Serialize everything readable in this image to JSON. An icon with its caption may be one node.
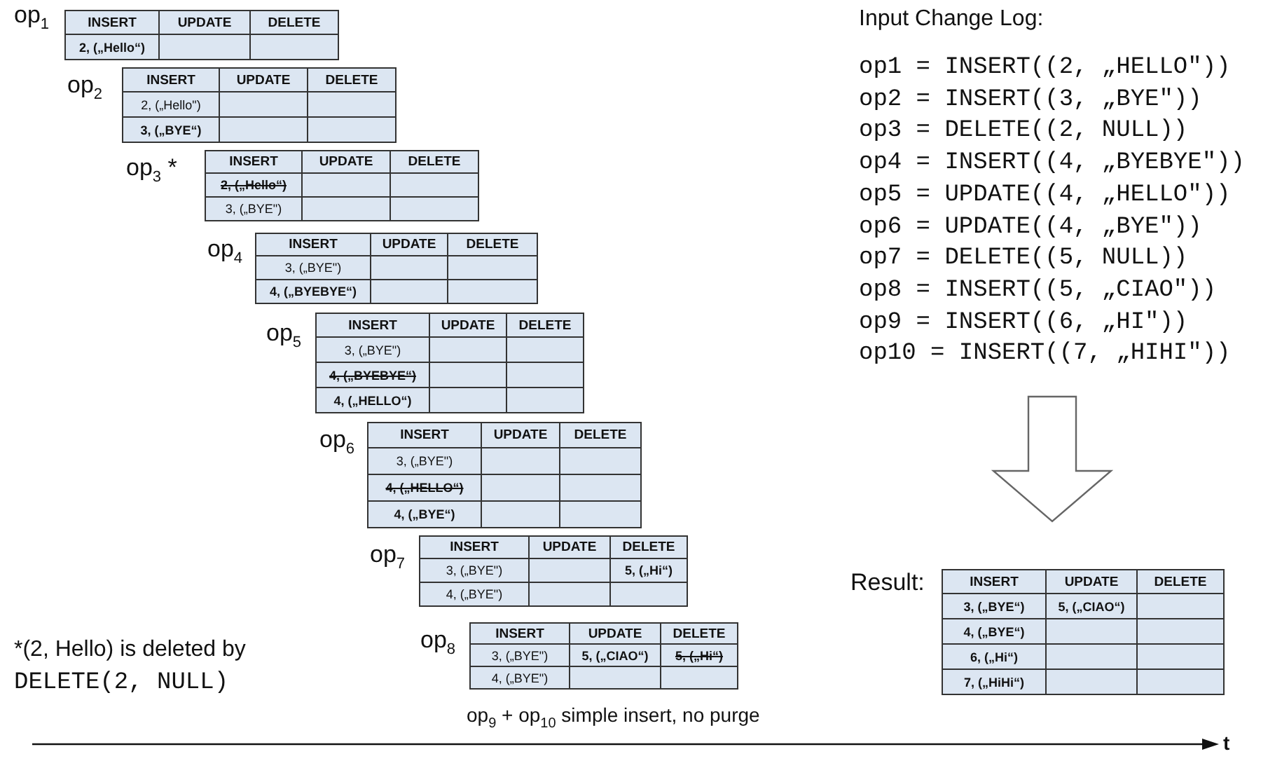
{
  "diagram": {
    "nodes": [
      {
        "text": [],
        "shape": "box",
        "beside": [
          "op$_{1}$"
        ]
      },
      {
        "text": [
          "INSERT"
        ],
        "in": 0
      },
      {
        "text": [
          "UPDATE"
        ],
        "in": 0
      },
      {
        "text": [
          "DELETE"
        ],
        "in": 0
      },
      {
        "text": [
          "2, („Hello“)"
        ],
        "in": 0
      },
      {
        "text": [],
        "shape": "box",
        "in": 0
      },
      {
        "text": [],
        "shape": "box",
        "in": 0
      },
      {
        "text": [],
        "shape": "box",
        "beside": [
          "op$_{2}$"
        ]
      },
      {
        "text": [
          "INSERT"
        ],
        "in": 7
      },
      {
        "text": [
          "UPDATE"
        ],
        "in": 7
      },
      {
        "text": [
          "DELETE"
        ],
        "in": 7
      },
      {
        "text": [
          "2, („Hello\")"
        ],
        "in": 7
      },
      {
        "text": [],
        "shape": "box",
        "in": 7
      },
      {
        "text": [],
        "shape": "box",
        "in": 7
      },
      {
        "text": [
          "3, („BYE“)"
        ],
        "in": 7
      },
      {
        "text": [],
        "shape": "box",
        "in": 7
      },
      {
        "text": [],
        "shape": "box",
        "in": 7
      },
      {
        "text": [],
        "shape": "box",
        "beside": [
          "op$_{3}$ *"
        ]
      },
      {
        "text": [
          "INSERT"
        ],
        "in": 17
      },
      {
        "text": [
          "UPDATE"
        ],
        "in": 17
      },
      {
        "text": [
          "DELETE"
        ],
        "in": 17
      },
      {
        "text": [
          "2, („Hello“)"
        ],
        "in": 17
      },
      {
        "text": [],
        "shape": "box",
        "in": 17
      },
      {
        "text": [],
        "shape": "box",
        "in": 17
      },
      {
        "text": [
          "3, („BYE\")"
        ],
        "in": 17
      },
      {
        "text": [],
        "shape": "box",
        "in": 17
      },
      {
        "text": [],
        "shape": "box",
        "in": 17
      },
      {
        "text": [],
        "shape": "box",
        "beside": [
          "op$_{4}$"
        ]
      },
      {
        "text": [
          "INSERT"
        ],
        "in": 27
      },
      {
        "text": [
          "UPDATE"
        ],
        "in": 27
      },
      {
        "text": [
          "DELETE"
        ],
        "in": 27
      },
      {
        "text": [
          "3, („BYE\")"
        ],
        "in": 27
      },
      {
        "text": [],
        "shape": "box",
        "in": 27
      },
      {
        "text": [],
        "shape": "box",
        "in": 27
      },
      {
        "text": [
          "4, („BYEBYE“)"
        ],
        "in": 27
      },
      {
        "text": [],
        "shape": "box",
        "in": 27
      },
      {
        "text": [],
        "shape": "box",
        "in": 27
      },
      {
        "text": [],
        "shape": "box",
        "beside": [
          "op$_{5}$"
        ]
      },
      {
        "text": [
          "INSERT"
        ],
        "in": 37
      },
      {
        "text": [
          "UPDATE"
        ],
        "in": 37
      },
      {
        "text": [
          "DELETE"
        ],
        "in": 37
      },
      {
        "text": [
          "3, („BYE\")"
        ],
        "in": 37
      },
      {
        "text": [],
        "shape": "box",
        "in": 37
      },
      {
        "text": [],
        "shape": "box",
        "in": 37
      },
      {
        "text": [
          "4, („BYEBYE“)"
        ],
        "in": 37
      },
      {
        "text": [],
        "shape": "box",
        "in": 37
      },
      {
        "text": [],
        "shape": "box",
        "in": 37
      },
      {
        "text": [
          "4, („HELLO“)"
        ],
        "in": 37
      },
      {
        "text": [],
        "shape": "box",
        "in": 37
      },
      {
        "text": [],
        "shape": "box",
        "in": 37
      },
      {
        "text": [],
        "shape": "box",
        "beside": [
          "op$_{6}$"
        ]
      },
      {
        "text": [
          "INSERT"
        ],
        "in": 50
      },
      {
        "text": [
          "UPDATE"
        ],
        "in": 50
      },
      {
        "text": [
          "DELETE"
        ],
        "in": 50
      },
      {
        "text": [
          "3, („BYE\")"
        ],
        "in": 50
      },
      {
        "text": [],
        "shape": "box",
        "in": 50
      },
      {
        "text": [],
        "shape": "box",
        "in": 50
      },
      {
        "text": [
          "4, („HELLO“)"
        ],
        "in": 50
      },
      {
        "text": [],
        "shape": "box",
        "in": 50
      },
      {
        "text": [],
        "shape": "box",
        "in": 50
      },
      {
        "text": [
          "4, („BYE“)"
        ],
        "in": 50
      },
      {
        "text": [],
        "shape": "box",
        "in": 50
      },
      {
        "text": [],
        "shape": "box",
        "in": 50
      },
      {
        "text": [],
        "shape": "box",
        "beside": [
          "op$_{7}$"
        ]
      },
      {
        "text": [
          "INSERT"
        ],
        "in": 63
      },
      {
        "text": [
          "UPDATE"
        ],
        "in": 63
      },
      {
        "text": [
          "DELETE"
        ],
        "in": 63
      },
      {
        "text": [
          "3, („BYE\")"
        ],
        "in": 63
      },
      {
        "text": [],
        "shape": "box",
        "in": 63
      },
      {
        "text": [
          "5, („Hi“)"
        ],
        "in": 63
      },
      {
        "text": [
          "4, („BYE\")"
        ],
        "in": 63
      },
      {
        "text": [],
        "shape": "box",
        "in": 63
      },
      {
        "text": [],
        "shape": "box",
        "in": 63
      },
      {
        "text": [],
        "shape": "box",
        "beside": [
          "op$_{8}$"
        ]
      },
      {
        "text": [
          "INSERT"
        ],
        "in": 73
      },
      {
        "text": [
          "UPDATE"
        ],
        "in": 73
      },
      {
        "text": [
          "DELETE"
        ],
        "in": 73
      },
      {
        "text": [
          "3, („BYE\")"
        ],
        "in": 73
      },
      {
        "text": [
          "5, („CIAO“)"
        ],
        "in": 73
      },
      {
        "text": [
          "5, („Hi“)"
        ],
        "in": 73
      },
      {
        "text": [
          "4, („BYE\")"
        ],
        "in": 73
      },
      {
        "text": [],
        "shape": "box",
        "in": 73
      },
      {
        "text": [],
        "shape": "box",
        "in": 73
      },
      {
        "text": [
          "Input Change Log:",
          "op1 = INSERT((2, „HELLO\"))",
          "op2 = INSERT((3, „BYE\"))",
          "op3 = DELETE((2, NULL))",
          "op4 = INSERT((4, „BYEBYE\"))",
          "op5 = UPDATE((4, „HELLO\"))",
          "op6 = UPDATE((4, „BYE\"))",
          "op7 = DELETE((5, NULL))",
          "op8 = INSERT((5, „CIAO\"))",
          "op9 = INSERT((6, „HI\"))",
          "op10 = INSERT((7, „HIHI\"))"
        ]
      },
      {
        "text": [],
        "shape": "box",
        "beside": [
          "Result:"
        ]
      },
      {
        "text": [
          "INSERT"
        ],
        "in": 84
      },
      {
        "text": [
          "UPDATE"
        ],
        "in": 84
      },
      {
        "text": [
          "DELETE"
        ],
        "in": 84
      },
      {
        "text": [
          "3, („BYE“)"
        ],
        "in": 84
      },
      {
        "text": [
          "5, („CIAO“)"
        ],
        "in": 84
      },
      {
        "text": [],
        "shape": "box",
        "in": 84
      },
      {
        "text": [
          "4, („BYE“)"
        ],
        "in": 84
      },
      {
        "text": [],
        "shape": "box",
        "in": 84
      },
      {
        "text": [],
        "shape": "box",
        "in": 84
      },
      {
        "text": [
          "6, („Hi“)"
        ],
        "in": 84
      },
      {
        "text": [],
        "shape": "box",
        "in": 84
      },
      {
        "text": [],
        "shape": "box",
        "in": 84
      },
      {
        "text": [
          "7, („HiHi“)"
        ],
        "in": 84
      },
      {
        "text": [],
        "shape": "box",
        "in": 84
      },
      {
        "text": [],
        "shape": "box",
        "in": 84
      }
    ],
    "edges": [
      {
        "from": 83,
        "to": 84,
        "arrow": "to",
        "style": "thick"
      }
    ],
    "labels": [
      "*(2, Hello) is deleted by",
      "DELETE(2, NULL)",
      "op$_{9}$ + op$_{10}$ simple insert, no purge",
      "t"
    ]
  }
}
